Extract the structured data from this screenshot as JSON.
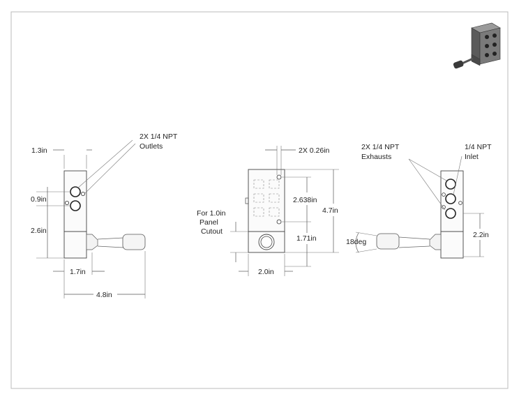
{
  "views": {
    "left": {
      "label_outlets_line1": "2X 1/4 NPT",
      "label_outlets_line2": "Outlets",
      "dim_top_width": "1.3in",
      "dim_port_pitch": "0.9in",
      "dim_lower_height": "2.6in",
      "dim_base_width": "1.7in",
      "dim_total_length": "4.8in"
    },
    "center": {
      "dim_hole_dia": "2X 0.26in",
      "dim_hole_spacing": "2.638in",
      "dim_total_height": "4.7in",
      "dim_cutout_height": "1.71in",
      "dim_width": "2.0in",
      "label_panel_line1": "For 1.0in",
      "label_panel_line2": "Panel",
      "label_panel_line3": "Cutout"
    },
    "right": {
      "label_exhausts_line1": "2X 1/4 NPT",
      "label_exhausts_line2": "Exhausts",
      "label_inlet_line1": "1/4 NPT",
      "label_inlet_line2": "Inlet",
      "dim_angle": "18deg",
      "dim_height": "2.2in"
    }
  },
  "colors": {
    "line": "#444444",
    "thumbnail_body": "#6d6d6d"
  }
}
